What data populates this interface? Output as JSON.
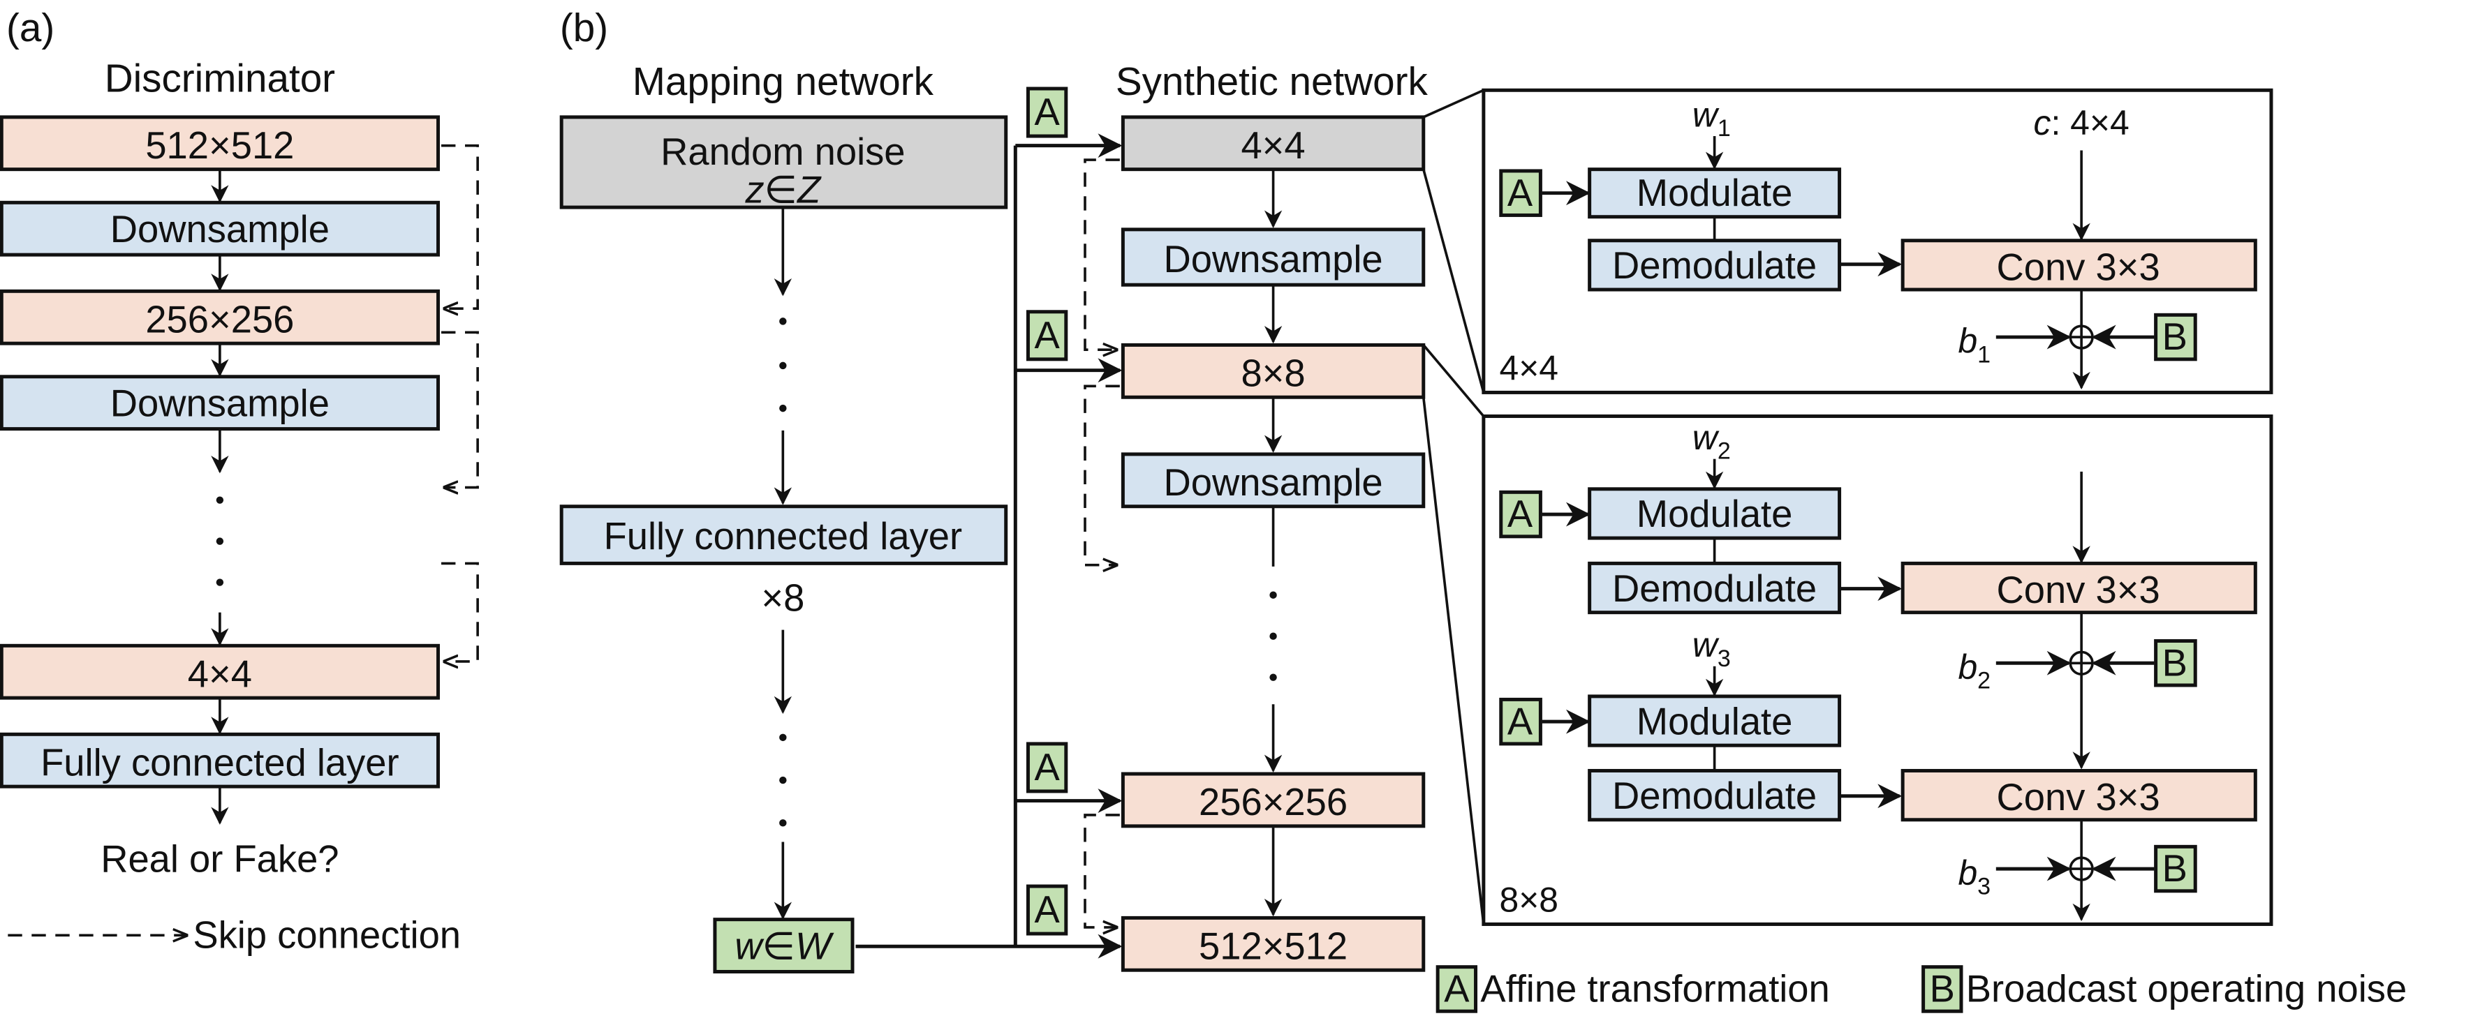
{
  "colors": {
    "feature_map": "#f7dfd3",
    "operation": "#d5e3f0",
    "input": "#d3d3d3",
    "affine": "#c3e0b2",
    "line": "#111111"
  },
  "panel_a": {
    "label": "(a)",
    "title": "Discriminator",
    "blocks": [
      "512×512",
      "Downsample",
      "256×256",
      "Downsample",
      "4×4",
      "Fully connected layer"
    ],
    "output": "Real or Fake?",
    "legend_skip": "Skip connection"
  },
  "panel_b": {
    "label": "(b)",
    "mapping": {
      "title": "Mapping network",
      "input_line1": "Random noise",
      "input_line2": "z∈Z",
      "fc": "Fully connected layer",
      "repeat": "×8",
      "output": "w∈W"
    },
    "synthesis": {
      "title": "Synthetic network",
      "blocks": [
        "4×4",
        "Downsample",
        "8×8",
        "Downsample",
        "256×256",
        "512×512"
      ],
      "affine_label": "A"
    },
    "detail_4x4": {
      "corner_label": "4×4",
      "w": "w",
      "w_sub": "1",
      "const": "c: 4×4",
      "modulate": "Modulate",
      "demodulate": "Demodulate",
      "conv": "Conv 3×3",
      "b": "b",
      "b_sub": "1",
      "A": "A",
      "B": "B"
    },
    "detail_8x8": {
      "corner_label": "8×8",
      "w2": "w",
      "w2_sub": "2",
      "w3": "w",
      "w3_sub": "3",
      "modulate": "Modulate",
      "demodulate": "Demodulate",
      "conv": "Conv 3×3",
      "b2": "b",
      "b2_sub": "2",
      "b3": "b",
      "b3_sub": "3",
      "A": "A",
      "B": "B"
    },
    "legend": {
      "A_key": "A",
      "A_text": "Affine transformation",
      "B_key": "B",
      "B_text": "Broadcast operating noise"
    }
  }
}
